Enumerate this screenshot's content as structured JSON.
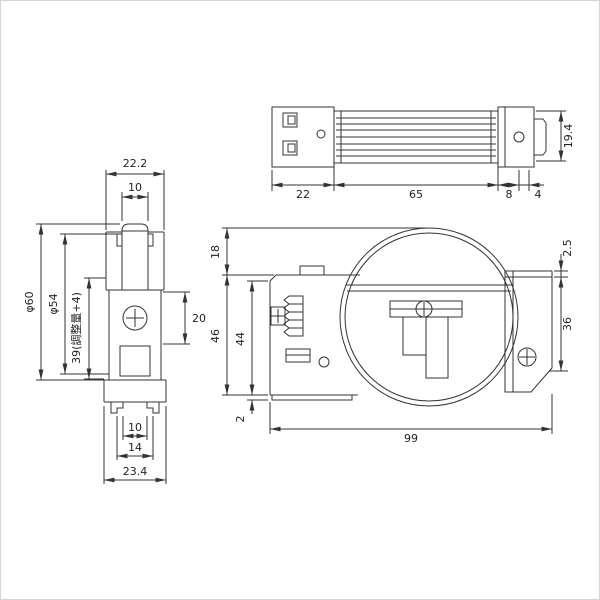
{
  "drawing": {
    "top_view": {
      "dims": {
        "seg1": "22",
        "seg2": "65",
        "seg3": "8",
        "seg4": "4",
        "height": "19.4"
      }
    },
    "front_view": {
      "dims": {
        "top_width": "22.2",
        "slot_width": "10",
        "wheel_dia": "φ60",
        "groove_dia": "φ54",
        "adjust_range": "39(調整量+4)",
        "depth": "20",
        "foot_slot": "10",
        "foot_pitch": "14",
        "bottom_width": "23.4"
      }
    },
    "side_view": {
      "dims": {
        "top_offset": "18",
        "body_height": "46",
        "inner_height": "44",
        "base_lip": "2",
        "top_lip": "2.5",
        "plate_height": "36",
        "overall_length": "99"
      }
    }
  }
}
